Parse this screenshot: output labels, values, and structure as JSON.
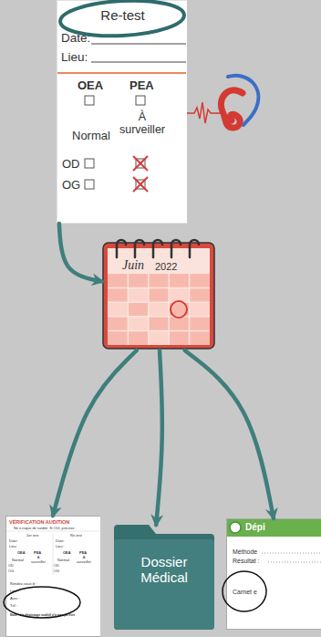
{
  "diagram": {
    "nodes": [
      {
        "text": [
          "Re-test",
          "Date:",
          "Lieu:",
          "OEA",
          "PEA",
          "Normal",
          "À surveiller",
          "OD",
          "OG"
        ]
      },
      {
        "text": [
          "Juin",
          "2022"
        ]
      },
      {
        "text": [
          "VÉRIFICATION AUDITION",
          "Né à risque de surdité. Si OUI, précisez :",
          "1er test",
          "Re-test",
          "Date:",
          "Lieu:",
          "Date:",
          "Lieu:",
          "OEA",
          "PEA",
          "OEA",
          "PEA",
          "Normal",
          "À surveiller",
          "Normal",
          "À surveiller",
          "OD",
          "OG",
          "OD",
          "OG",
          "Rendez-vous le :",
          "Lieu :",
          "Avec :",
          "Tél :",
          "Note : Le dépistage auditif n'a pas pu être"
        ]
      },
      {
        "text": [
          "Dossier Médical"
        ]
      },
      {
        "text": [
          "Dépi",
          "Méthode",
          "Résultat :",
          "Carnet e"
        ]
      }
    ],
    "edges": [
      {
        "from": 0,
        "to": 1,
        "arrow": "to"
      },
      {
        "from": 1,
        "to": 2,
        "arrow": "to"
      },
      {
        "from": 1,
        "to": 3,
        "arrow": "to"
      },
      {
        "from": 1,
        "to": 4,
        "arrow": "to"
      }
    ]
  }
}
